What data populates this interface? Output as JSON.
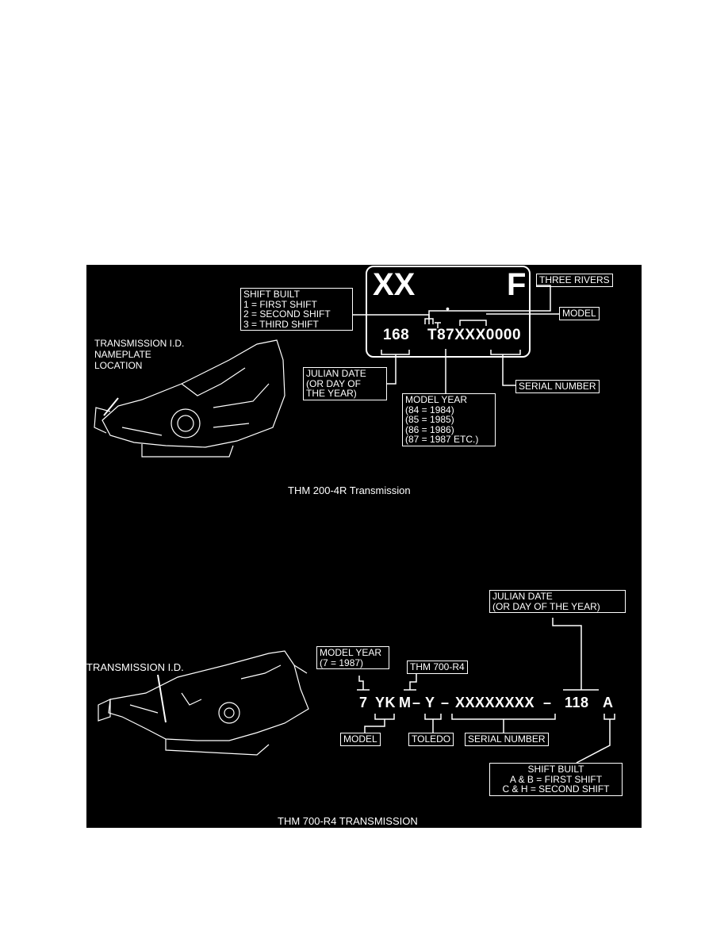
{
  "thm200": {
    "nameplate_big_left": "XX",
    "nameplate_big_right": "F",
    "nameplate_dot": "•",
    "nameplate_left_code": "168",
    "nameplate_right_code": "T87XXX0000",
    "shift_built": [
      "SHIFT BUILT",
      "1 = FIRST SHIFT",
      "2 = SECOND SHIFT",
      "3 = THIRD SHIFT"
    ],
    "three_rivers": "THREE RIVERS",
    "model": "MODEL",
    "location_label": [
      "TRANSMISSION I.D.",
      "NAMEPLATE",
      "LOCATION"
    ],
    "julian_date": [
      "JULIAN DATE",
      "(OR DAY OF",
      "THE YEAR)"
    ],
    "serial_number": "SERIAL NUMBER",
    "model_year": [
      "MODEL YEAR",
      "(84 = 1984)",
      "(85 = 1985)",
      "(86 = 1986)",
      "(87 = 1987 etc.)"
    ],
    "caption": "THM 200-4R Transmission"
  },
  "thm700": {
    "julian_date": [
      "JULIAN DATE",
      "(OR DAY OF THE YEAR)"
    ],
    "model_year": [
      "MODEL YEAR",
      "(7 = 1987)"
    ],
    "thm_label": "THM 700-R4",
    "transmission_id": "TRANSMISSION I.D.",
    "code": {
      "year": "7",
      "model": "YK",
      "plant": "M",
      "dash1": "–",
      "y": "Y",
      "dash2": "–",
      "serial": "XXXXXXXX",
      "dash3": "–",
      "julian": "118",
      "shift": "A"
    },
    "model": "MODEL",
    "toledo": "TOLEDO",
    "serial_number": "SERIAL NUMBER",
    "shift_built": [
      "SHIFT BUILT",
      "A & B = FIRST SHIFT",
      "C & H = SECOND SHIFT"
    ],
    "caption": "THM 700-R4 TRANSMISSION"
  }
}
